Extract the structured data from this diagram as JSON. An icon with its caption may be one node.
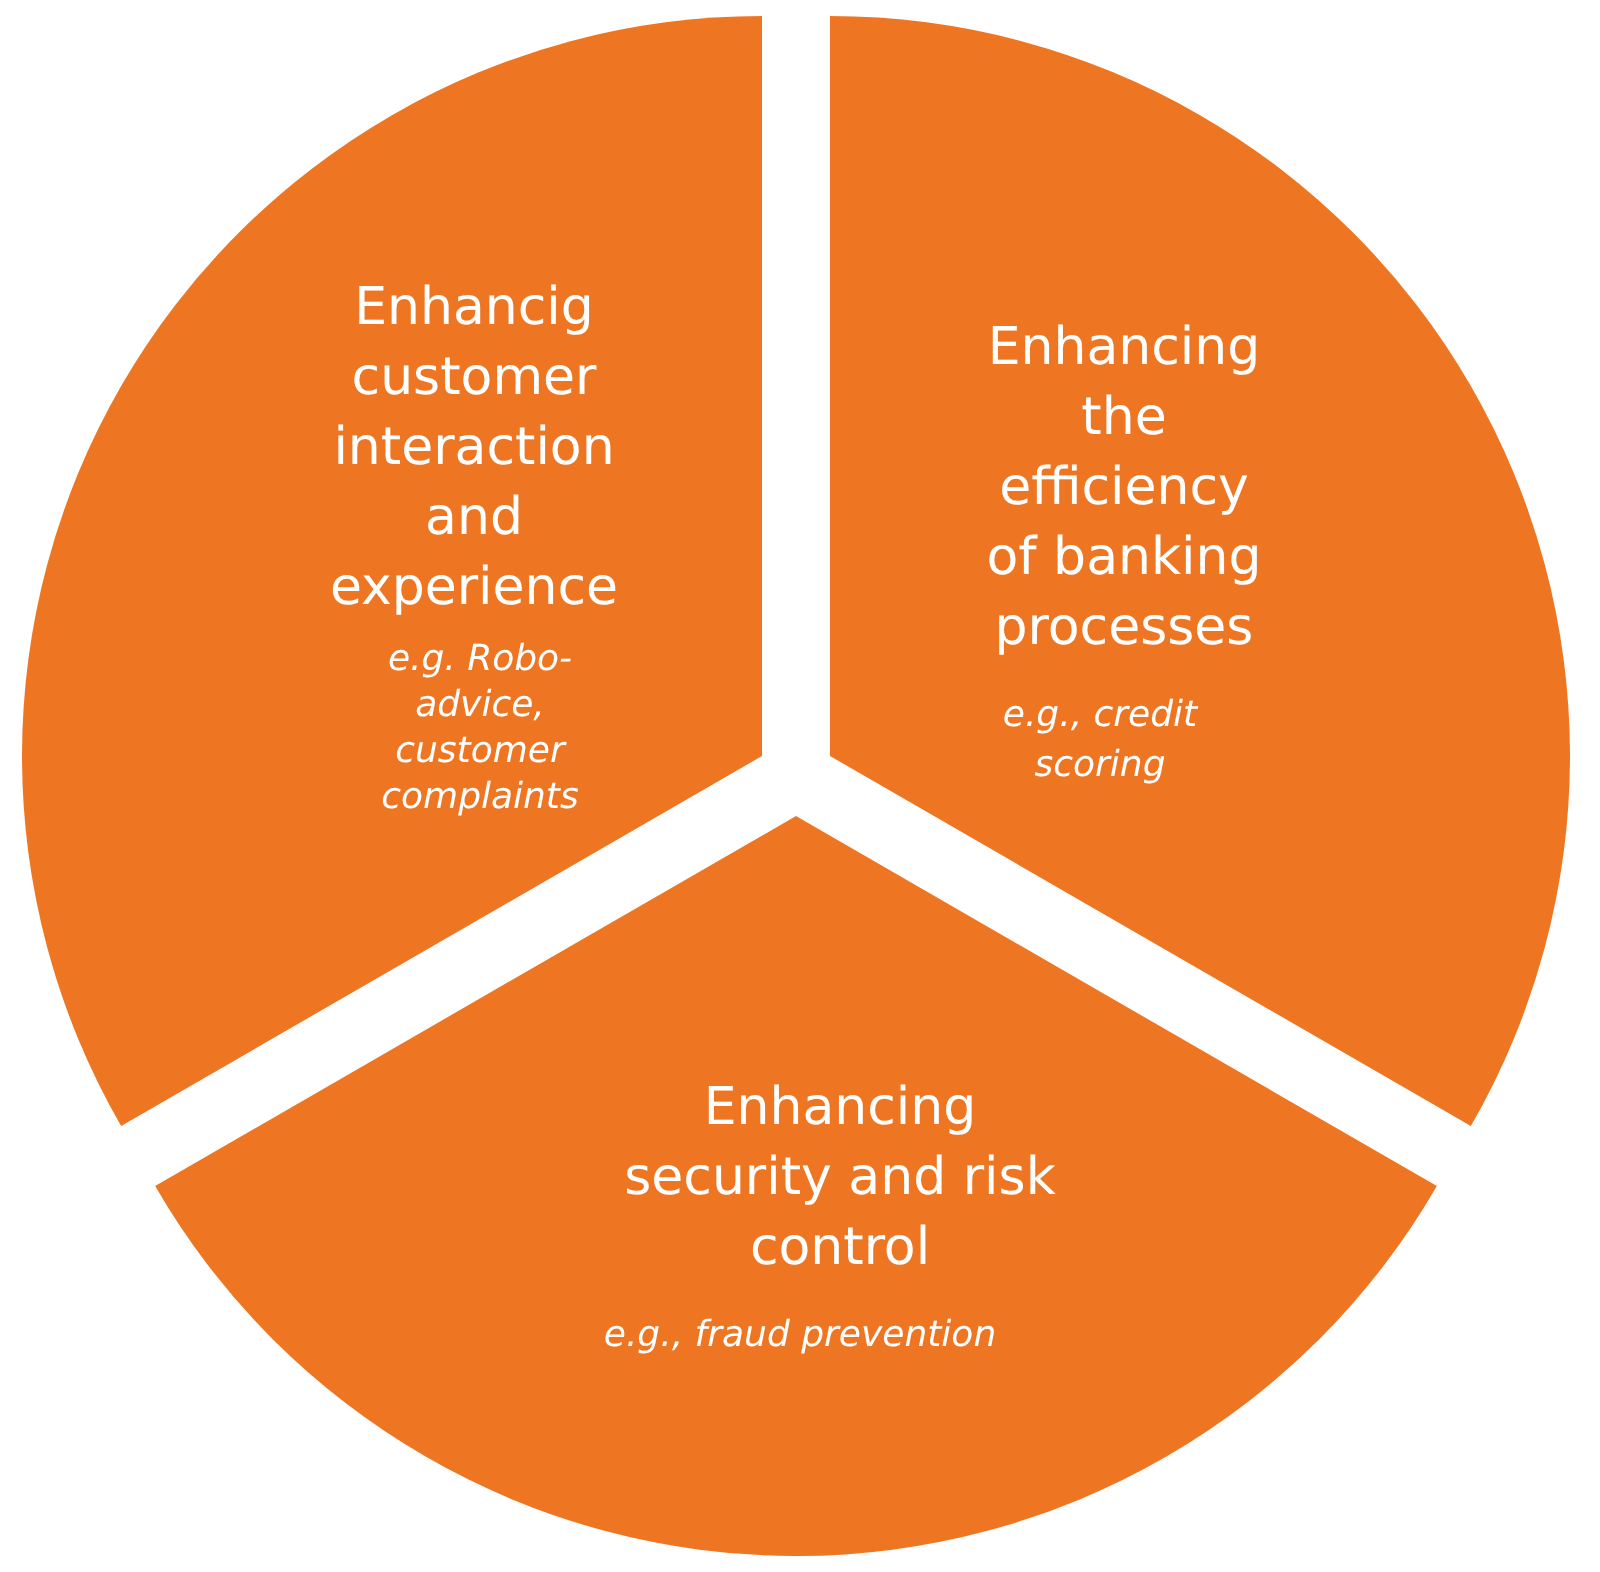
{
  "diagram": {
    "nodes": [
      {
        "text": [
          "Enhancig customer interaction and experience",
          "e.g. Robo-advice, customer complaints"
        ]
      },
      {
        "text": [
          "Enhancing the efficiency of banking processes",
          "e.g., credit scoring"
        ]
      },
      {
        "text": [
          "Enhancing security and risk control",
          "e.g., fraud prevention"
        ]
      }
    ]
  }
}
